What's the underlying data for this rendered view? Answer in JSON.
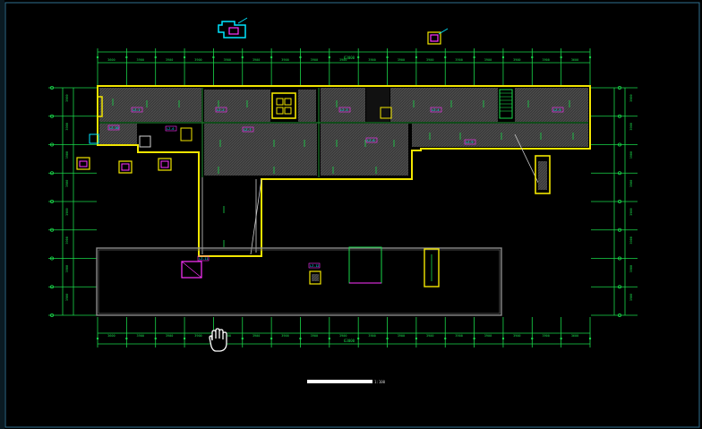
{
  "app": {
    "type": "cad-drawing-viewer",
    "cursor_icon": "pan-hand-icon"
  },
  "colors": {
    "background": "#000000",
    "frame_border": "#2f6f8f",
    "dimension_lines": "#19d84a",
    "walls": "#f2e600",
    "hatch": "#4a4a4a",
    "partition_lines": "#cfcfcf",
    "fixtures": "#ff33ff",
    "labels": "#00e5ff",
    "lower_block": "#8a8a8a",
    "cursor": "#ffffff"
  },
  "drawing": {
    "top_dimension_total": "63000",
    "bottom_dimension_total": "63000",
    "top_dimension_segments": [
      "3600",
      "3900",
      "3900",
      "3900",
      "3900",
      "3900",
      "3900",
      "3900",
      "3900",
      "3900",
      "3900",
      "3900",
      "3900",
      "3900",
      "3900",
      "3900",
      "3600"
    ],
    "bottom_dimension_segments": [
      "3600",
      "3900",
      "3900",
      "3900",
      "3900",
      "3900",
      "3900",
      "3900",
      "3900",
      "3900",
      "3900",
      "3900",
      "3900",
      "3900",
      "3900",
      "3900",
      "3600"
    ],
    "left_dimension_segments": [
      "3900",
      "3900",
      "3900",
      "3900",
      "3900",
      "3900",
      "3900",
      "3900"
    ],
    "right_dimension_segments": [
      "3900",
      "3900",
      "3900",
      "3900",
      "3900",
      "3900",
      "3900",
      "3900"
    ],
    "room_tags": [
      "LZ-1",
      "LZ-2",
      "LZ-3",
      "LZ-4",
      "LZ-5",
      "LZ-6",
      "LZ-7",
      "LZ-8",
      "LZ-9",
      "LZ-10",
      "LZ-11",
      "LZ-12"
    ],
    "scale_bar_label": "1:100"
  }
}
